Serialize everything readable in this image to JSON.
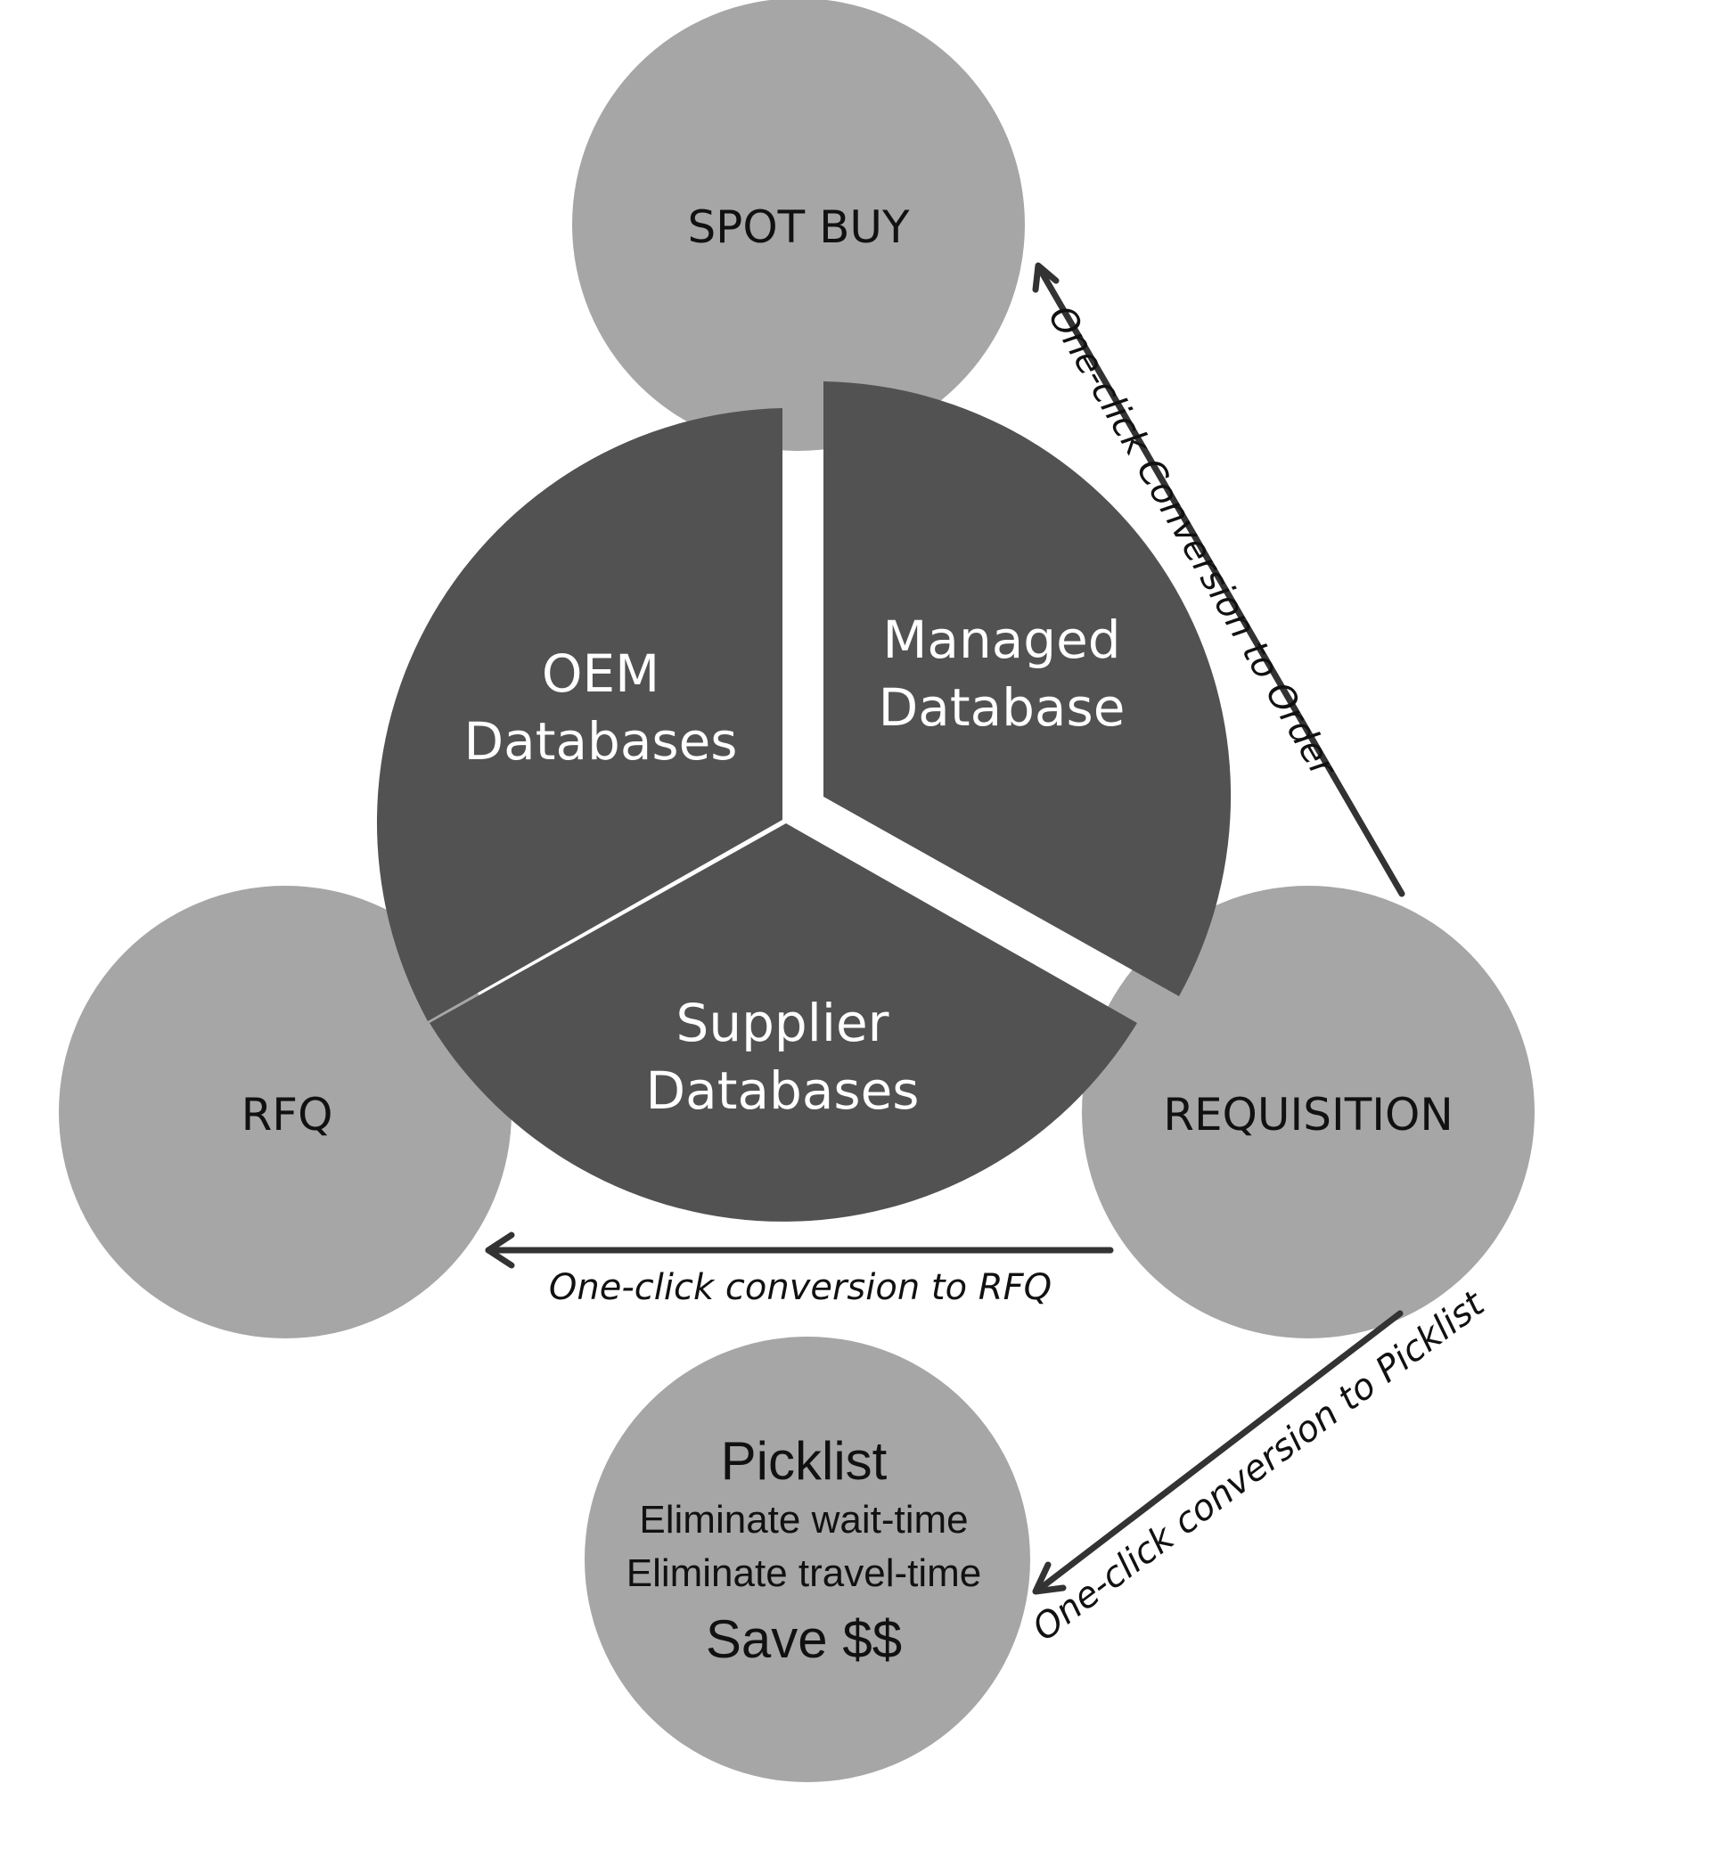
{
  "colors": {
    "outer_circle": "#a6a6a6",
    "center_wedge": "#525252",
    "text_dark": "#111111",
    "text_light": "#ffffff",
    "arrow": "#333333",
    "background": "#ffffff"
  },
  "nodes": {
    "spot_buy": "SPOT BUY",
    "rfq": "RFQ",
    "requisition": "REQUISITION",
    "picklist": {
      "title": "Picklist",
      "line1": "Eliminate wait-time",
      "line2": "Eliminate travel-time",
      "line3": "Save $$"
    }
  },
  "center": {
    "oem": {
      "line1": "OEM",
      "line2": "Databases"
    },
    "managed": {
      "line1": "Managed",
      "line2": "Database"
    },
    "supplier": {
      "line1": "Supplier",
      "line2": "Databases"
    }
  },
  "arrows": {
    "to_order": "One-click Conversion to Order",
    "to_rfq": "One-click conversion to RFQ",
    "to_picklist": "One-click conversion to Picklist"
  }
}
